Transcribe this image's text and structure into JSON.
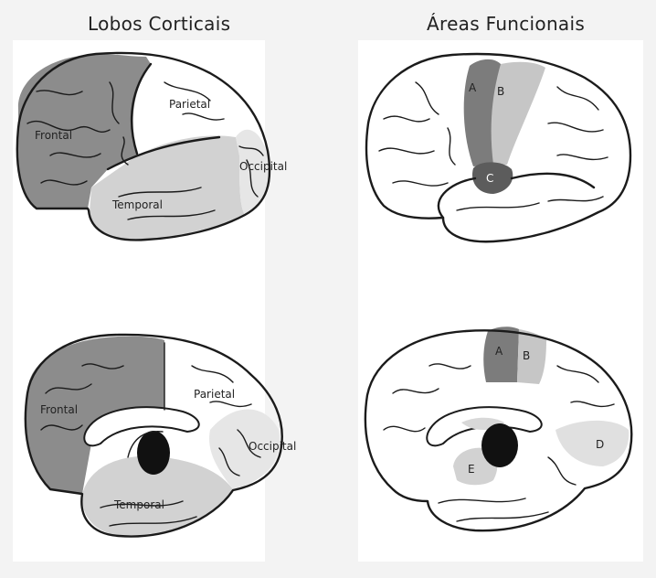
{
  "titles": {
    "left": "Lobos Corticais",
    "right": "Áreas Funcionais"
  },
  "lateral_lobes": {
    "frontal": "Frontal",
    "parietal": "Parietal",
    "occipital": "Occipital",
    "temporal": "Temporal"
  },
  "medial_lobes": {
    "frontal": "Frontal",
    "parietal": "Parietal",
    "occipital": "Occipital",
    "temporal": "Temporal"
  },
  "lateral_areas": {
    "a": "A",
    "b": "B",
    "c": "C"
  },
  "medial_areas": {
    "a": "A",
    "b": "B",
    "d": "D",
    "e": "E"
  },
  "colors": {
    "frontal": "#8c8c8c",
    "temporal": "#d2d2d2",
    "occipital": "#e4e4e4",
    "area_a": "#7c7c7c",
    "area_b": "#c6c6c6",
    "area_c": "#5c5c5c",
    "outline": "#1b1b1b",
    "background": "#f3f3f3"
  }
}
